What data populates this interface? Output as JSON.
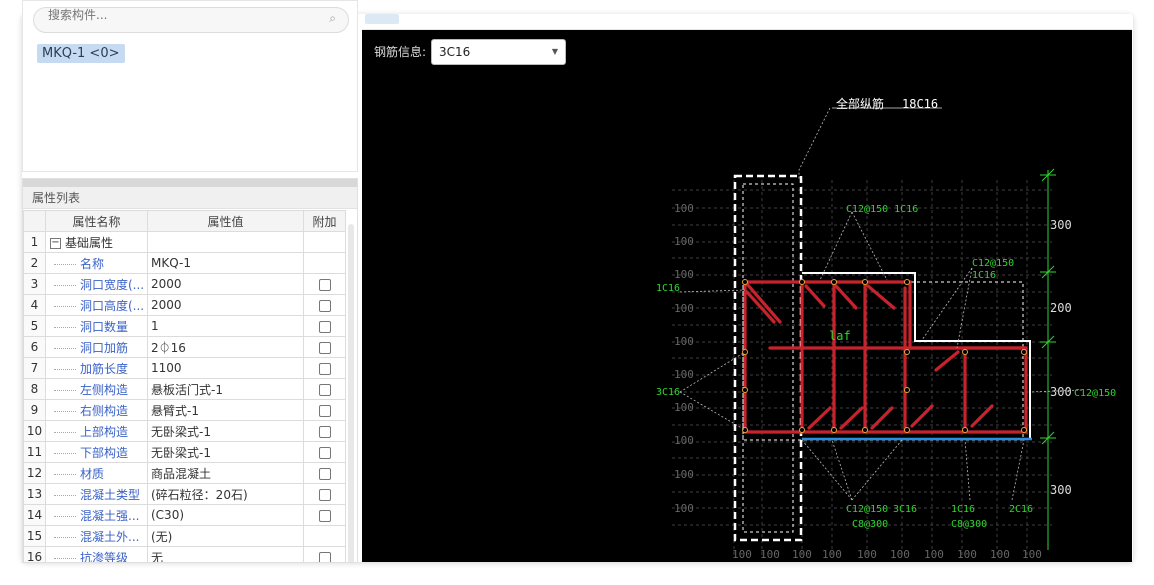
{
  "search": {
    "placeholder": "搜索构件..."
  },
  "component_tag": "MKQ-1 <0>",
  "panel_title": "属性列表",
  "columns": {
    "name": "属性名称",
    "value": "属性值",
    "extra": "附加"
  },
  "rows": [
    {
      "n": "1",
      "name": "基础属性",
      "value": "",
      "check": false,
      "group": true
    },
    {
      "n": "2",
      "name": "名称",
      "value": "MKQ-1",
      "check": false
    },
    {
      "n": "3",
      "name": "洞口宽度(...",
      "value": "2000",
      "check": true
    },
    {
      "n": "4",
      "name": "洞口高度(...",
      "value": "2000",
      "check": true
    },
    {
      "n": "5",
      "name": "洞口数量",
      "value": "1",
      "check": true
    },
    {
      "n": "6",
      "name": "洞口加筋",
      "value": "2⏀16",
      "check": true
    },
    {
      "n": "7",
      "name": "加筋长度",
      "value": "1100",
      "check": true
    },
    {
      "n": "8",
      "name": "左侧构造",
      "value": "悬板活门式-1",
      "check": true
    },
    {
      "n": "9",
      "name": "右侧构造",
      "value": "悬臂式-1",
      "check": true
    },
    {
      "n": "10",
      "name": "上部构造",
      "value": "无卧梁式-1",
      "check": true
    },
    {
      "n": "11",
      "name": "下部构造",
      "value": "无卧梁式-1",
      "check": true
    },
    {
      "n": "12",
      "name": "材质",
      "value": "商品混凝土",
      "check": true
    },
    {
      "n": "13",
      "name": "混凝土类型",
      "value": "(碎石粒径：20石)",
      "check": true
    },
    {
      "n": "14",
      "name": "混凝土强...",
      "value": "(C30)",
      "check": true
    },
    {
      "n": "15",
      "name": "混凝土外...",
      "value": "(无)",
      "check": false
    },
    {
      "n": "16",
      "name": "抗渗等级",
      "value": "无",
      "check": true
    }
  ],
  "rebar": {
    "label": "钢筋信息:",
    "selected": "3C16"
  },
  "drawing": {
    "all_longitudinal": "全部纵筋",
    "all_longitudinal_value": "18C16",
    "laf": "laf",
    "labels_green": {
      "c12_150_1c16_top": "C12@150 1C16",
      "c12_150_right_a": "C12@150",
      "c12_150_right_b": "1C16",
      "left_1c16": "1C16",
      "left_3c16": "3C16",
      "right_c12": "C12@150",
      "bottom_c12": "C12@150",
      "bottom_3c16": "3C16",
      "bottom_c8_1": "C8@300",
      "bottom_1c16": "1C16",
      "bottom_c8_2": "C8@300",
      "bottom_2c16": "2C16"
    },
    "dims_right": [
      "300",
      "200",
      "300",
      "300"
    ],
    "dims_left": [
      "100",
      "100",
      "100",
      "100",
      "100",
      "100",
      "100",
      "100",
      "100",
      "100"
    ],
    "dims_bottom": [
      "100",
      "100",
      "100",
      "100",
      "100",
      "100",
      "100",
      "100",
      "100",
      "100"
    ]
  },
  "colors": {
    "rebar": "#c8232c",
    "green": "#2fd62f",
    "boundary": "#ffffff",
    "blue": "#2b8de0",
    "canvas": "#000000"
  }
}
